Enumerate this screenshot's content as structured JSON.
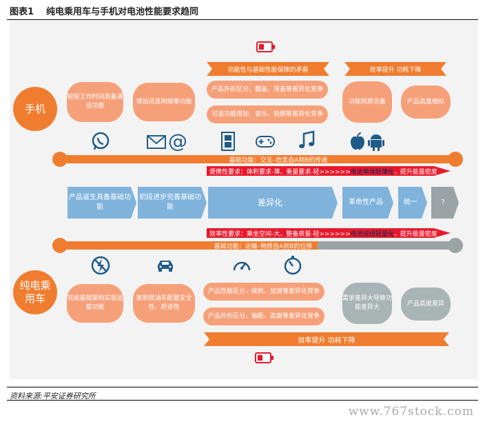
{
  "title": {
    "number": "图表1",
    "text": "纯电乘用车与手机对电池性能要求趋同"
  },
  "phone": {
    "circle": "手机",
    "pill1": "较短工作时间具备通话功能",
    "pill2": "增加讯息网络等功能",
    "pill3": "产品外形区分、翻盖、滑盖等差异化竞争",
    "pill4": "可选功能增加、音乐、拍照等差异化竞争",
    "pill5": "功能同质完备",
    "pill6": "产品高度相似",
    "banner1": "功能性与基础性能保障的矛盾",
    "banner2": "效率提升 功耗下降",
    "axis_label": "基础功能：交互–信息自A到B的传递",
    "req_prefix": "便携性要求：体积要求-薄、重量要求-轻>>>>>>",
    "req_highlight": "电池单体轻薄化",
    "req_suffix": "，提升能量密度"
  },
  "stages": {
    "s1": "产品诞生具备基础功能",
    "s2": "初段进步完善基础功能",
    "s3": "差异化",
    "s4": "革命性产品",
    "s5": "统一",
    "s6": "?"
  },
  "ev": {
    "circle": "纯电乘用车",
    "req_prefix": "效率性要求：乘坐空间-大、整备质量-轻>>>>>>",
    "req_highlight": "电池成组轻量化",
    "req_suffix": "，提升能量密度",
    "axis_label": "基础功能：运输–物质自A到B的位移",
    "pill1": "完成基础架构实现运载功能",
    "pill2": "复制燃油车配置安全性、舒适性",
    "pill3": "产品性能区分，续航、加速等差异化竞争",
    "pill4": "产品外形区分，轴距、高度等差异化竞争",
    "pill5": "需求差异大导致功能差异大",
    "pill6": "产品高度差异",
    "banner": "效率提升 功耗下降"
  },
  "source": "资料来源:平安证券研究所",
  "watermark": "www.767stock.com",
  "colors": {
    "orange": "#f07d2f",
    "salmon": "#f6a07a",
    "blue": "#7fb3dc",
    "gray": "#9aa4a6",
    "red": "#e8192c"
  }
}
